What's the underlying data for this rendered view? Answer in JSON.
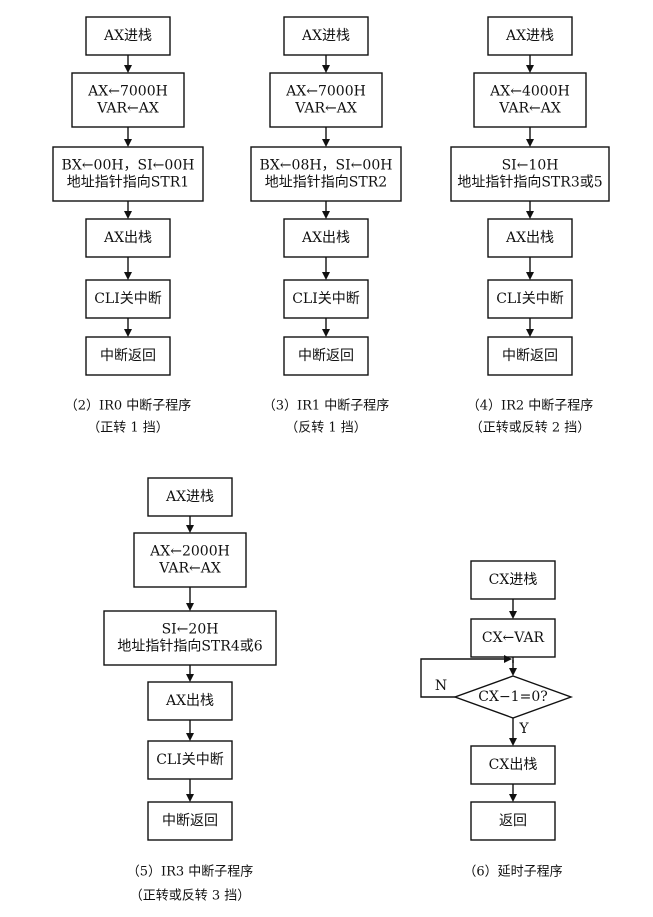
{
  "flowcharts": [
    {
      "id": "ir0",
      "steps": [
        [
          "AX进栈"
        ],
        [
          "AX←7000H",
          "VAR←AX"
        ],
        [
          "BX←00H，SI←00H",
          "地址指针指向STR1"
        ],
        [
          "AX出栈"
        ],
        [
          "CLI关中断"
        ],
        [
          "中断返回"
        ]
      ],
      "caption": [
        "（2）IR0 中断子程序",
        "（正转 1 挡）"
      ]
    },
    {
      "id": "ir1",
      "steps": [
        [
          "AX进栈"
        ],
        [
          "AX←7000H",
          "VAR←AX"
        ],
        [
          "BX←08H，SI←00H",
          "地址指针指向STR2"
        ],
        [
          "AX出栈"
        ],
        [
          "CLI关中断"
        ],
        [
          "中断返回"
        ]
      ],
      "caption": [
        "（3）IR1 中断子程序",
        "（反转 1 挡）"
      ]
    },
    {
      "id": "ir2",
      "steps": [
        [
          "AX进栈"
        ],
        [
          "AX←4000H",
          "VAR←AX"
        ],
        [
          "SI←10H",
          "地址指针指向STR3或5"
        ],
        [
          "AX出栈"
        ],
        [
          "CLI关中断"
        ],
        [
          "中断返回"
        ]
      ],
      "caption": [
        "（4）IR2 中断子程序",
        "（正转或反转 2 挡）"
      ]
    },
    {
      "id": "ir3",
      "steps": [
        [
          "AX进栈"
        ],
        [
          "AX←2000H",
          "VAR←AX"
        ],
        [
          "SI←20H",
          "地址指针指向STR4或6"
        ],
        [
          "AX出栈"
        ],
        [
          "CLI关中断"
        ],
        [
          "中断返回"
        ]
      ],
      "caption": [
        "（5）IR3 中断子程序",
        "（正转或反转 3 挡）"
      ]
    },
    {
      "id": "delay",
      "steps": [
        [
          "CX进栈"
        ],
        [
          "CX←VAR"
        ],
        [
          "CX−1=0?"
        ],
        [
          "CX出栈"
        ],
        [
          "返回"
        ]
      ],
      "branch_labels": {
        "no": "N",
        "yes": "Y"
      },
      "caption": [
        "（6）延时子程序"
      ]
    }
  ]
}
